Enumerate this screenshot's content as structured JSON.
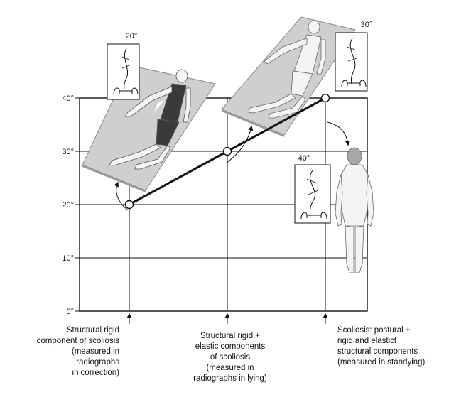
{
  "chart_data": {
    "type": "line",
    "y_ticks": [
      "0°",
      "10°",
      "20°",
      "30°",
      "40°"
    ],
    "ylim": [
      0,
      40
    ],
    "grid": true,
    "points": [
      {
        "y": 20,
        "label": "Structural rigid\ncomponent of scoliosis\n(measured in\nradiographs\nin correction)"
      },
      {
        "y": 30,
        "label": "Structural rigid +\nelastic components\nof scoliosis\n(measured in\nradiographs in lying)"
      },
      {
        "y": 40,
        "label": "Scoliosis: postural +\nrigid and elastict\nstructural components\n(measured in standying)"
      }
    ]
  },
  "insets": [
    {
      "angle": "20°"
    },
    {
      "angle": "30°"
    },
    {
      "angle": "40°"
    }
  ],
  "colors": {
    "line": "#111111",
    "board": "#cfcfcf",
    "board_edge": "#8a8a8a",
    "skin": "#f4f4f4",
    "shirt": "#3a3a3a",
    "grid": "#111111"
  }
}
